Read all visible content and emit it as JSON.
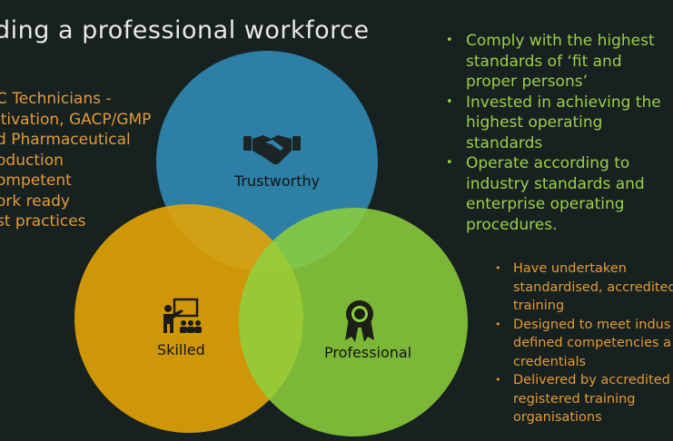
{
  "title": "ding a professional workforce",
  "left_lines": [
    "C Technicians -",
    "ltivation, GACP/GMP",
    "d Pharmaceutical",
    "oduction",
    "ompetent",
    "ork ready",
    "st practices"
  ],
  "trustworthy_points": [
    [
      "Comply with the highest",
      "standards of ‘fit and",
      "proper persons’"
    ],
    [
      "Invested in achieving the",
      "highest operating",
      "standards"
    ],
    [
      "Operate according to",
      "industry standards and",
      "enterprise operating",
      "procedures."
    ]
  ],
  "skilled_points": [
    [
      "Have undertaken",
      "standardised, accredited",
      "training"
    ],
    [
      "Designed to meet indus",
      "defined competencies a",
      "credentials"
    ],
    [
      "Delivered by accredited",
      "registered training",
      "organisations"
    ]
  ],
  "circles": {
    "trustworthy": {
      "label": "Trustworthy",
      "icon": "handshake-icon",
      "color": "#2f86b0"
    },
    "skilled": {
      "label": "Skilled",
      "icon": "presentation-teacher-icon",
      "color": "#e3a406"
    },
    "professional": {
      "label": "Professional",
      "icon": "award-ribbon-icon",
      "color": "#8ed13d"
    }
  },
  "colors": {
    "background": "#17211f",
    "title_text": "#e8e8e8",
    "orange_text": "#e39a3a",
    "green_text": "#9ccf4a"
  }
}
